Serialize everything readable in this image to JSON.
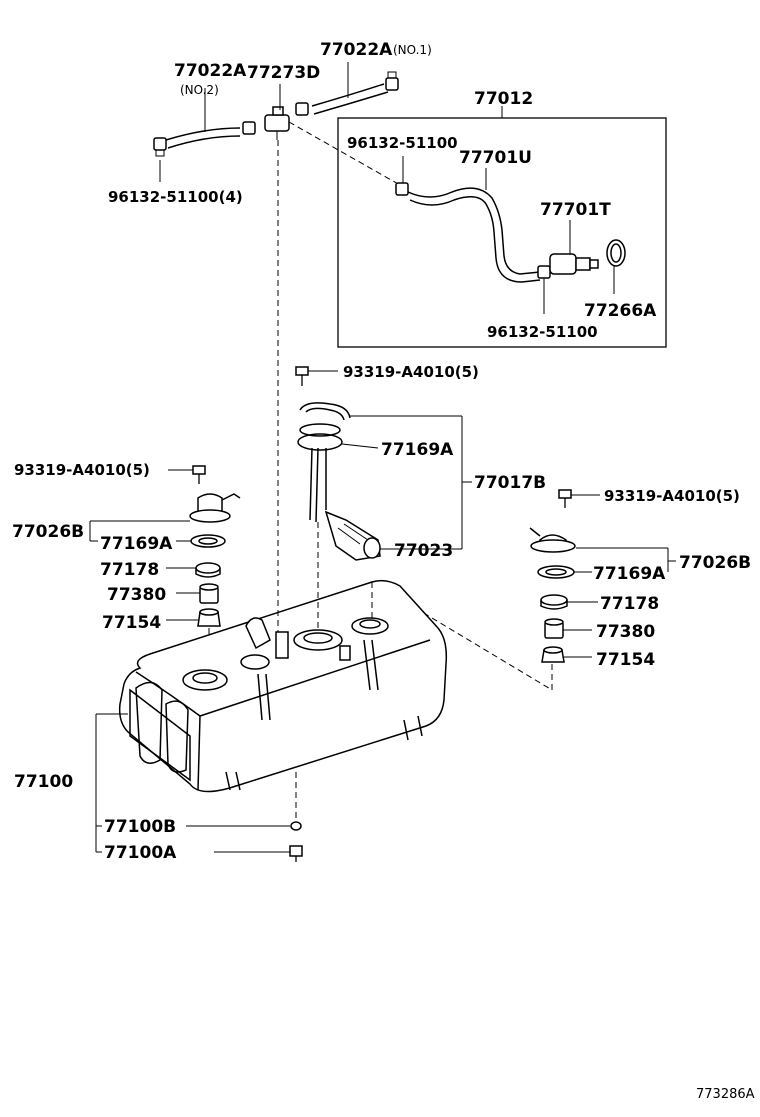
{
  "diagram": {
    "ref_code": "773286A",
    "labels": {
      "hose_no1": "77022A",
      "hose_no1_note": "(NO.1)",
      "hose_no2": "77022A",
      "hose_no2_note": "(NO.2)",
      "joint": "77273D",
      "clip_top": "96132-51100(4)",
      "kit": "77012",
      "kit_clip_upper": "96132-51100",
      "kit_hose": "77701U",
      "kit_filter": "77701T",
      "kit_oring": "77266A",
      "kit_clip_lower": "96132-51100",
      "bolt_center": "93319-A4010(5)",
      "gasket_center": "77169A",
      "gauge_assy": "77017B",
      "sender": "77023",
      "bolt_left": "93319-A4010(5)",
      "tube_left": "77026B",
      "gasket_left": "77169A",
      "ring_left": "77178",
      "valve_left": "77380",
      "grommet_left": "77154",
      "bolt_right": "93319-A4010(5)",
      "tube_right": "77026B",
      "gasket_right": "77169A",
      "ring_right": "77178",
      "valve_right": "77380",
      "grommet_right": "77154",
      "tank": "77100",
      "drain_gasket": "77100B",
      "drain_plug": "77100A"
    }
  }
}
